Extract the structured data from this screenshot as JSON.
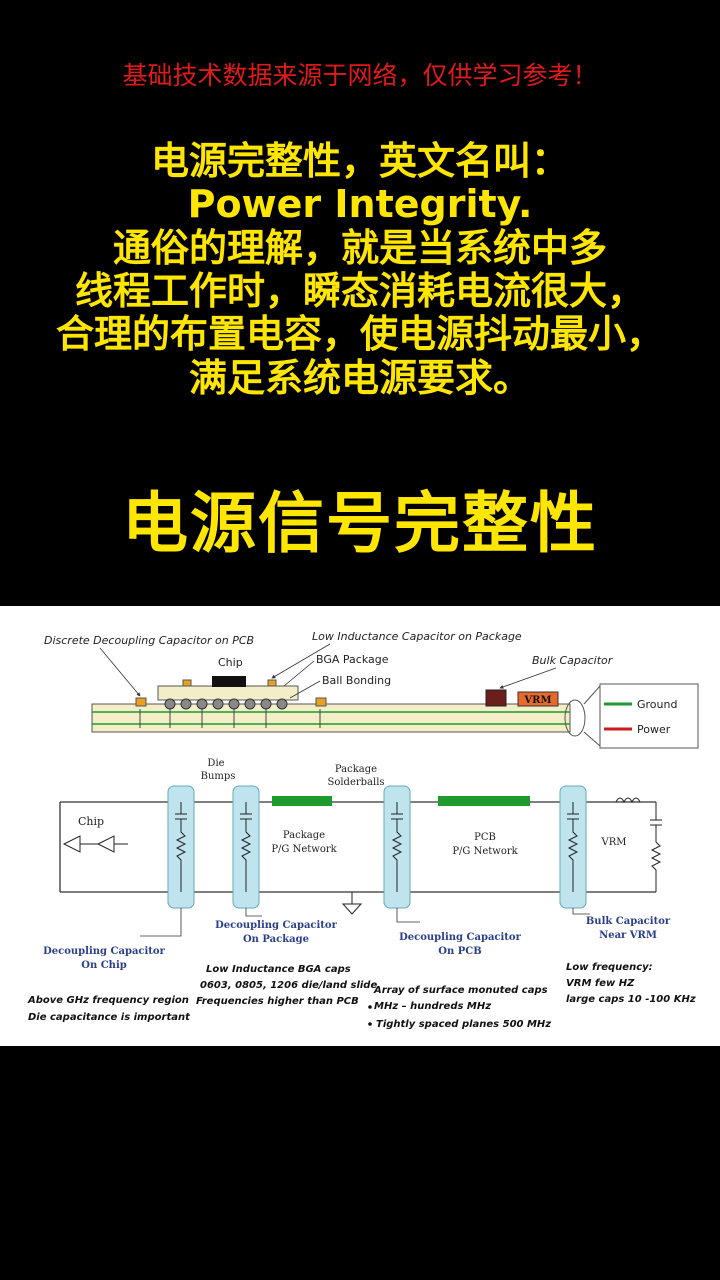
{
  "header": {
    "disclaimer": "基础技术数据来源于网络，仅供学习参考！",
    "intro_lines": [
      "电源完整性，英文名叫：",
      "Power Integrity.",
      "通俗的理解，就是当系统中多",
      "线程工作时，瞬态消耗电流很大，",
      "合理的布置电容，使电源抖动最小，",
      "满足系统电源要求。"
    ],
    "big_title": "电源信号完整性"
  },
  "diagram": {
    "top_labels": {
      "discrete_cap": "Discrete Decoupling Capacitor on PCB",
      "low_ind_cap": "Low Inductance Capacitor on Package",
      "chip": "Chip",
      "bga": "BGA Package",
      "ball_bonding": "Ball Bonding",
      "bulk_cap": "Bulk Capacitor",
      "vrm": "VRM",
      "ground": "Ground",
      "power": "Power"
    },
    "circuit_labels": {
      "die_bumps_1": "Die",
      "die_bumps_2": "Bumps",
      "package_solderballs_1": "Package",
      "package_solderballs_2": "Solderballs",
      "chip": "Chip",
      "package_network_1": "Package",
      "package_network_2": "P/G Network",
      "pcb_network_1": "PCB",
      "pcb_network_2": "P/G Network",
      "vrm": "VRM"
    },
    "captions": {
      "decap_chip_1": "Decoupling Capacitor",
      "decap_chip_2": "On Chip",
      "decap_package_1": "Decoupling Capacitor",
      "decap_package_2": "On Package",
      "decap_pcb_1": "Decoupling Capacitor",
      "decap_pcb_2": "On PCB",
      "bulk_near_vrm_1": "Bulk Capacitor",
      "bulk_near_vrm_2": "Near VRM"
    },
    "notes": {
      "chip_1": "Above GHz frequency region",
      "chip_2": "Die capacitance is important",
      "package_1": "Low Inductance BGA caps",
      "package_2": "0603, 0805, 1206 die/land slide",
      "package_3": "Frequencies higher than PCB",
      "pcb_1": "Array of surface monuted caps",
      "pcb_2": "MHz – hundreds MHz",
      "pcb_3": "Tightly spaced planes 500 MHz",
      "vrm_1": "Low frequency:",
      "vrm_2": "VRM few HZ",
      "vrm_3": "large caps 10 -100 KHz"
    },
    "colors": {
      "green_plane": "#1e9a2e",
      "red_plane": "#c81e1e",
      "board": "#f3eec8",
      "caption_blue": "#2a3f8c",
      "decap_highlight": "#bfe4ee"
    }
  }
}
